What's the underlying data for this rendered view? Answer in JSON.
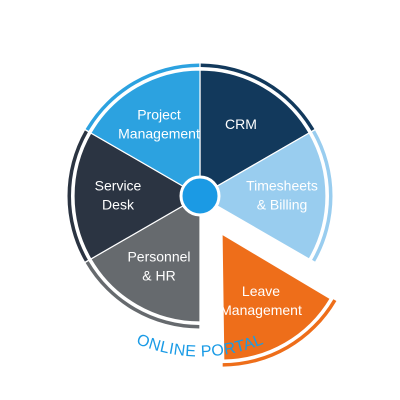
{
  "diagram": {
    "center_color": "#1b9ae4",
    "ring_text": "ONLINE PORTAL",
    "ring_color": "#1b9ae4",
    "segments": [
      {
        "name": "crm",
        "lines": [
          "CRM"
        ],
        "color": "#12395c",
        "arc_color": "#12395c",
        "exploded": false
      },
      {
        "name": "timesheets-billing",
        "lines": [
          "Timesheets",
          "& Billing"
        ],
        "color": "#99cdef",
        "arc_color": "#99cdef",
        "exploded": false
      },
      {
        "name": "leave-management",
        "lines": [
          "Leave",
          "Management"
        ],
        "color": "#ee6e1a",
        "arc_color": "#ee6e1a",
        "exploded": true
      },
      {
        "name": "personnel-hr",
        "lines": [
          "Personnel",
          "& HR"
        ],
        "color": "#666a6e",
        "arc_color": "#666a6e",
        "exploded": false
      },
      {
        "name": "service-desk",
        "lines": [
          "Service",
          "Desk"
        ],
        "color": "#2b3442",
        "arc_color": "#2b3442",
        "exploded": false
      },
      {
        "name": "project-management",
        "lines": [
          "Project",
          "Management"
        ],
        "color": "#2ca2e0",
        "arc_color": "#2ca2e0",
        "exploded": false
      }
    ]
  }
}
